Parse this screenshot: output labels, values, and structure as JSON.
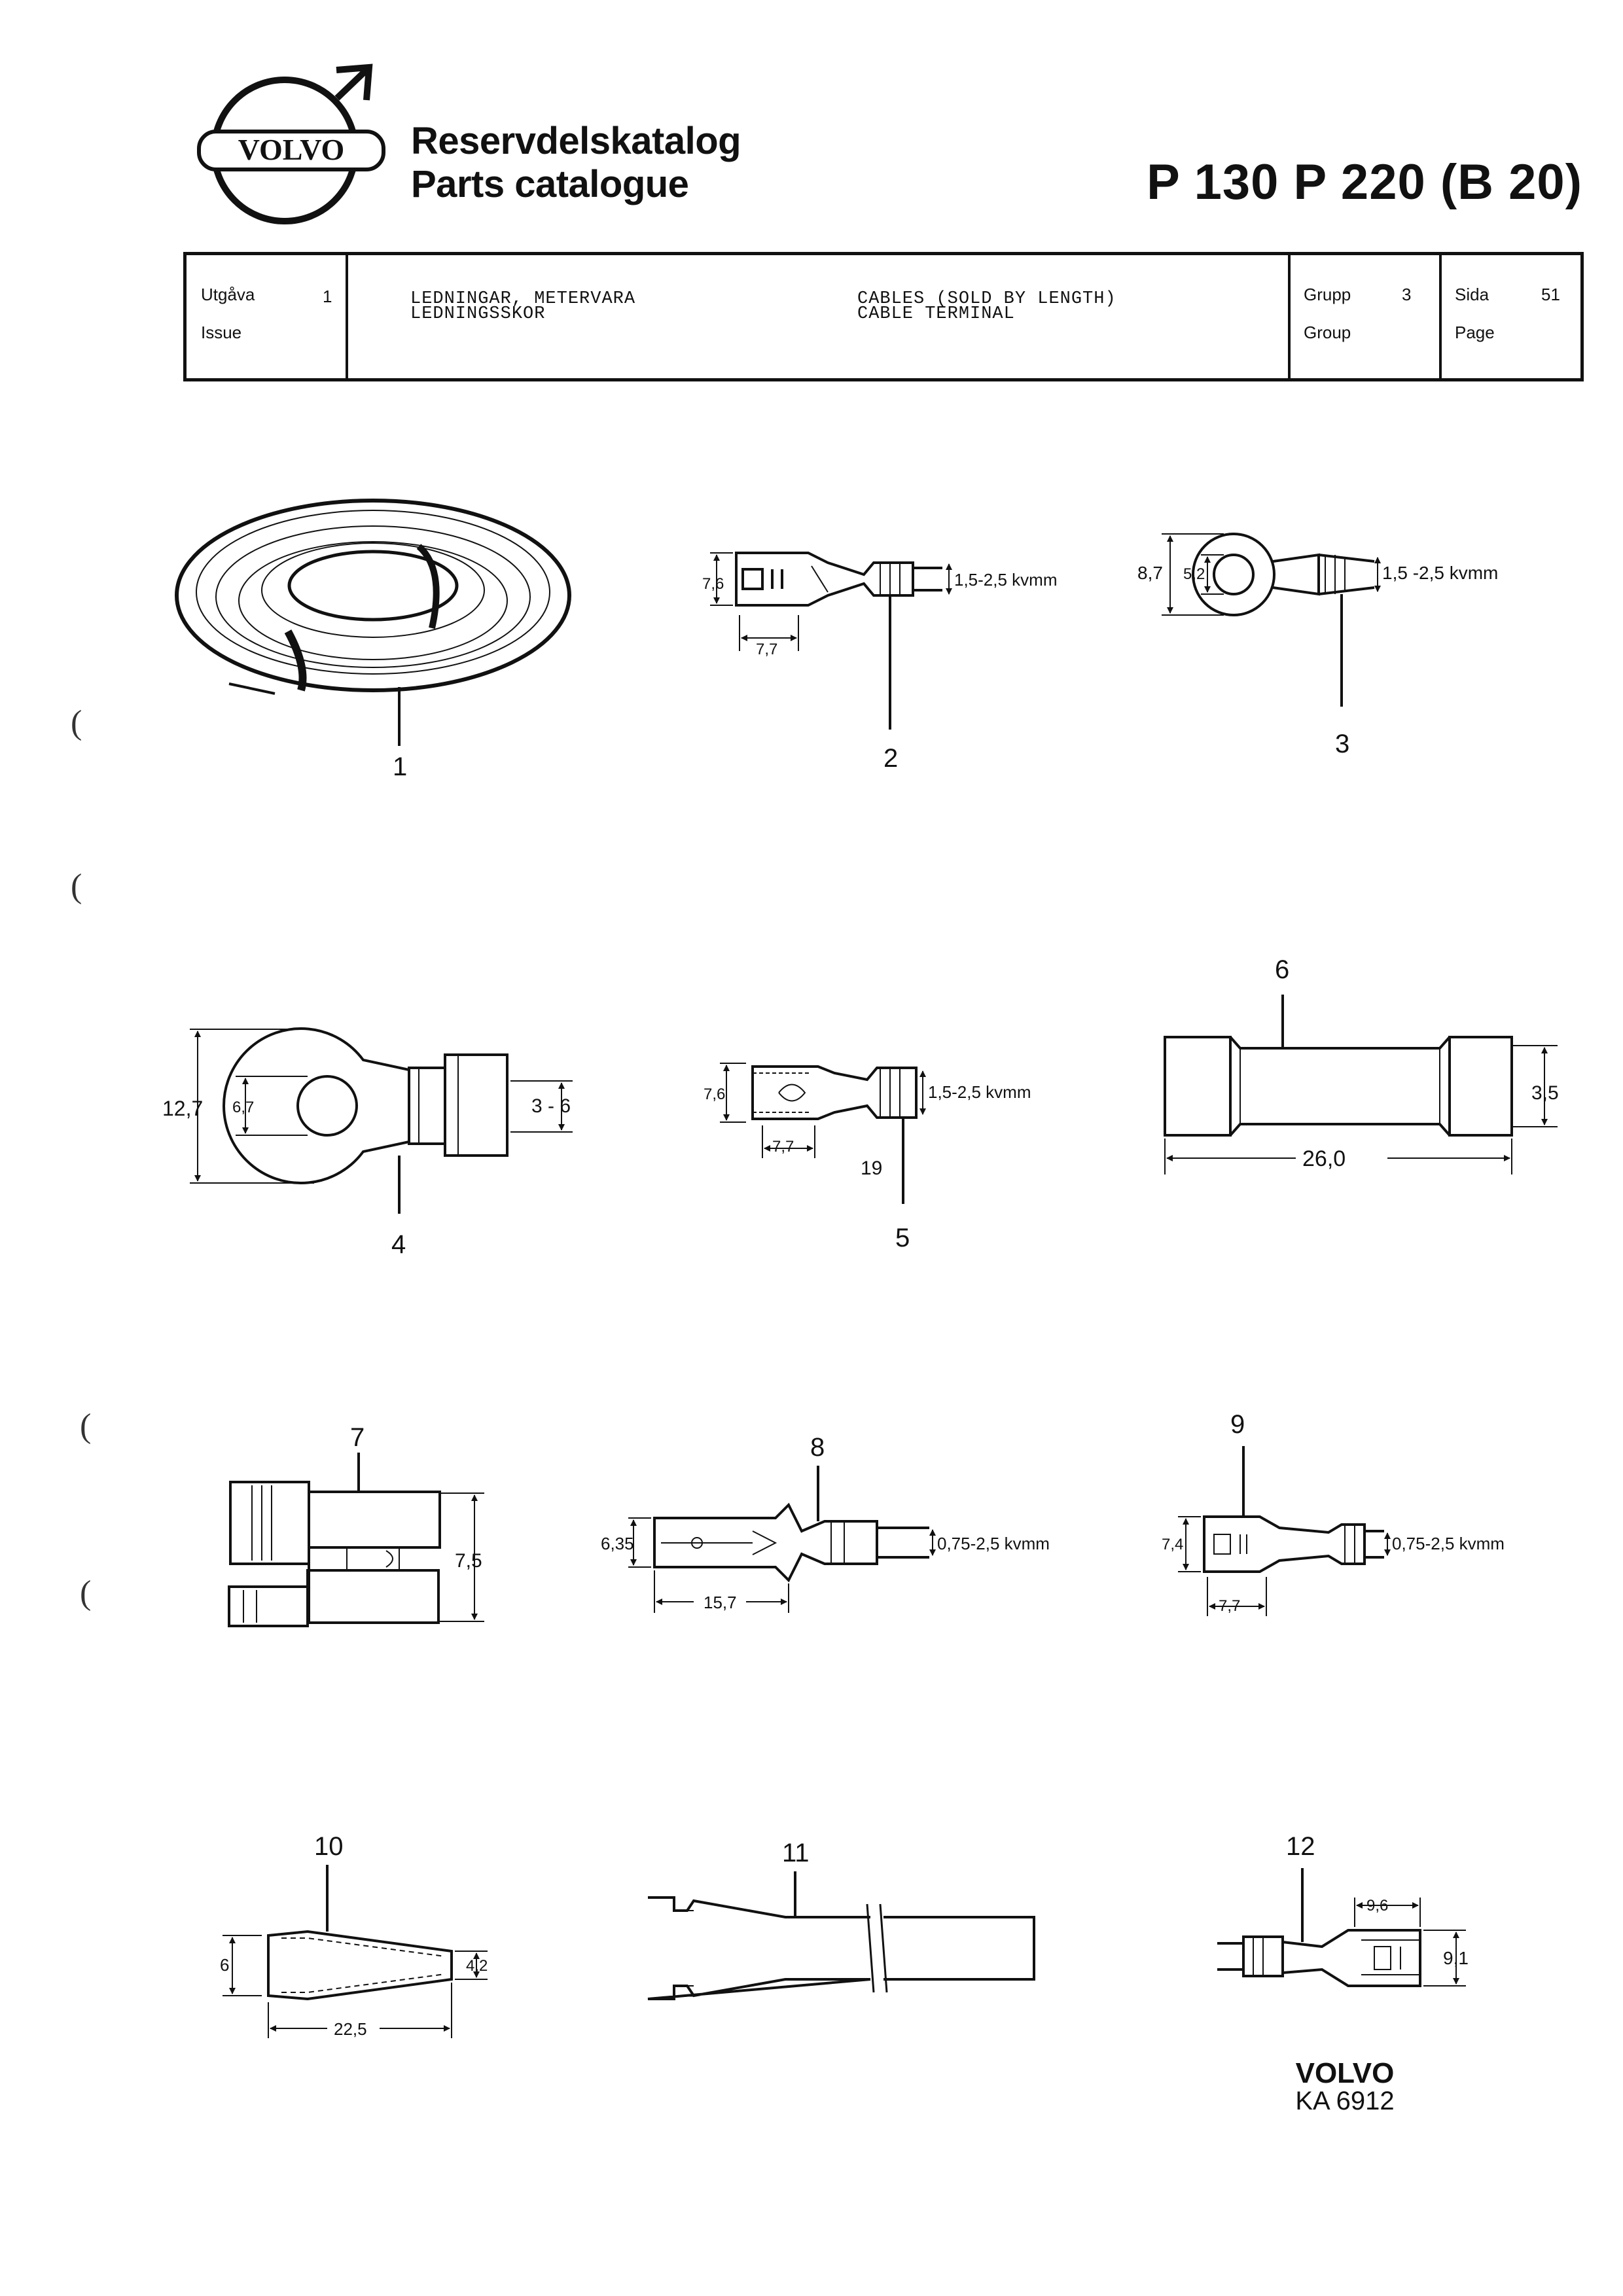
{
  "header": {
    "brand": "VOLVO",
    "title_sv": "Reservdelskatalog",
    "title_en": "Parts catalogue",
    "models": "P 130  P 220 (B 20)"
  },
  "info": {
    "issue_sv": "Utgåva",
    "issue_en": "Issue",
    "issue_value": "1",
    "desc_sv_1": "LEDNINGAR, METERVARA",
    "desc_sv_2": "LEDNINGSSKOR",
    "desc_en_1": "CABLES (SOLD BY LENGTH)",
    "desc_en_2": "CABLE TERMINAL",
    "group_sv": "Grupp",
    "group_en": "Group",
    "group_value": "3",
    "page_sv": "Sida",
    "page_en": "Page",
    "page_value": "51"
  },
  "items": {
    "n1": "1",
    "n2": "2",
    "n3": "3",
    "n4": "4",
    "n5": "5",
    "n6": "6",
    "n7": "7",
    "n8": "8",
    "n9": "9",
    "n10": "10",
    "n11": "11",
    "n12": "12"
  },
  "dims": {
    "i2_h": "7,6",
    "i2_w": "7,7",
    "i2_cable": "1,5-2,5 kvmm",
    "i3_h": "8,7",
    "i3_hole": "5,2",
    "i3_cable": "1,5 -2,5 kvmm",
    "i4_h": "12,7",
    "i4_hole": "6,7",
    "i4_cable": "3 - 6",
    "i5_h": "7,6",
    "i5_w": "7,7",
    "i5_cable": "1,5-2,5 kvmm",
    "i5_ref": "19",
    "i6_h": "3,5",
    "i6_len": "26,0",
    "i7_h": "7,5",
    "i8_h": "6,35",
    "i8_len": "15,7",
    "i8_cable": "0,75-2,5 kvmm",
    "i9_h": "7,4",
    "i9_w": "7,7",
    "i9_cable": "0,75-2,5 kvmm",
    "i10_d1": "6",
    "i10_d2": "4,2",
    "i10_len": "22,5",
    "i12_w": "9,6",
    "i12_h": "9,1"
  },
  "footer": {
    "brand": "VOLVO",
    "code": "KA 6912"
  }
}
